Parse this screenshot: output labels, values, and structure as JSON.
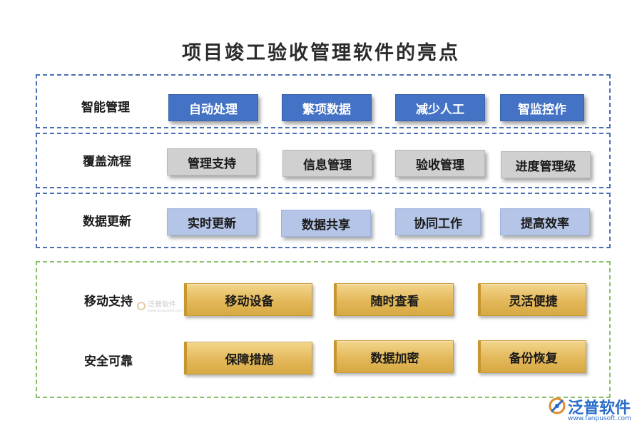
{
  "title": "项目竣工验收管理软件的亮点",
  "colors": {
    "section_border_blue": "#4a6fb5",
    "section_border_green": "#8cc068",
    "primary_box": "#4472c4",
    "gray_box": "#d0d0d0",
    "light_blue_box": "#b4c5e8",
    "gold_box": "#e3b85a",
    "brand": "#2a6cc9"
  },
  "sections": [
    {
      "label": "智能管理",
      "style": "primary",
      "items": [
        "自动处理",
        "繁项数据",
        "减少人工",
        "智监控作"
      ]
    },
    {
      "label": "覆盖流程",
      "style": "gray",
      "items": [
        "管理支持",
        "信息管理",
        "验收管理",
        "进度管理级"
      ]
    },
    {
      "label": "数据更新",
      "style": "light",
      "items": [
        "实时更新",
        "数据共享",
        "协同工作",
        "提高效率"
      ]
    }
  ],
  "green_section": {
    "rows": [
      {
        "label": "移动支持",
        "items": [
          "移动设备",
          "随时查看",
          "灵活便捷"
        ]
      },
      {
        "label": "安全可靠",
        "items": [
          "保障措施",
          "数据加密",
          "备份恢复"
        ]
      }
    ]
  },
  "watermark": {
    "text": "泛普软件",
    "sub": "www.fanpusoft.com"
  },
  "logo": {
    "icon": "fanpu-logo-icon",
    "name": "泛普软件",
    "url": "www.fanpusoft.com"
  }
}
